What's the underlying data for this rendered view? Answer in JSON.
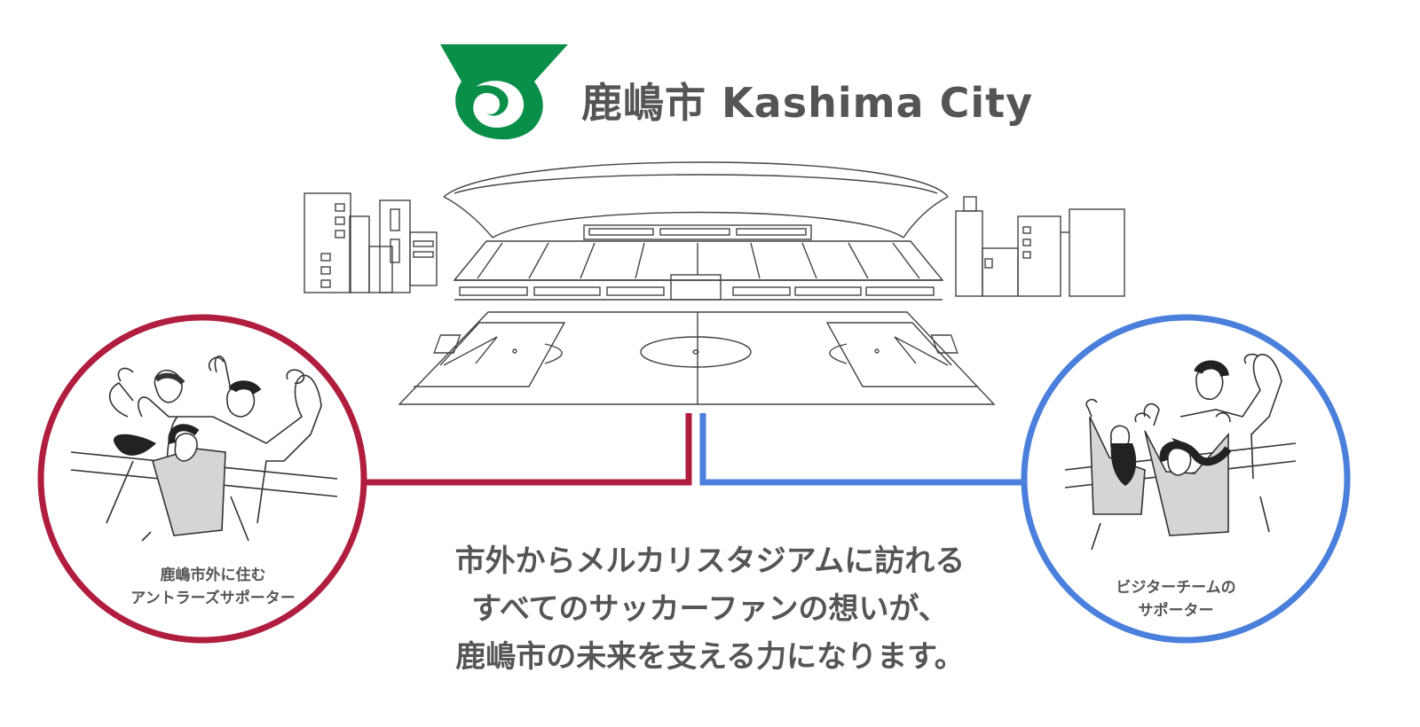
{
  "brand": {
    "name": "鹿嶋市 Kashima City",
    "emblem_color": "#0a8f48"
  },
  "left_group": {
    "caption_lines": [
      "鹿嶋市外に住む",
      "アントラーズサポーター"
    ],
    "ring_color": "#b01d3f"
  },
  "right_group": {
    "caption_lines": [
      "ビジターチームの",
      "サポーター"
    ],
    "ring_color": "#4a7fdc"
  },
  "message": {
    "lines": [
      "市外からメルカリスタジアムに訪れる",
      "すべてのサッカーファンの想いが、",
      "鹿嶋市の未来を支える力になります。"
    ]
  },
  "colors": {
    "text": "#555555",
    "line_art": "#444444",
    "figure_fill": "#d5d5d5"
  }
}
